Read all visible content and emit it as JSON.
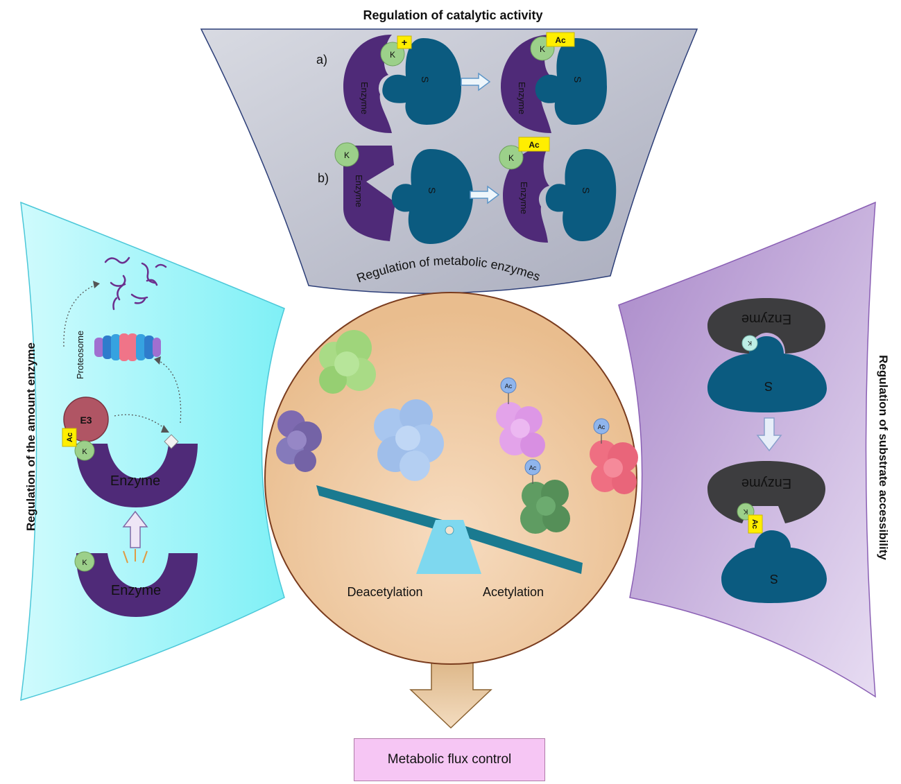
{
  "top_panel": {
    "title": "Regulation of catalytic activity",
    "row_a_label": "a)",
    "row_b_label": "b)"
  },
  "left_panel": {
    "title": "Regulation of the amount enzyme",
    "proteosome_label": "Proteosome",
    "e3_label": "E3"
  },
  "right_panel": {
    "title": "Regulation of substrate accessibility"
  },
  "center": {
    "arc_title": "Regulation of metabolic enzymes",
    "deacetylation_label": "Deacetylation",
    "acetylation_label": "Acetylation"
  },
  "glyphs": {
    "enzyme": "Enzyme",
    "substrate": "S",
    "lysine": "K",
    "acetyl": "Ac",
    "positive_charge": "+"
  },
  "output_box": {
    "label": "Metabolic flux control"
  },
  "colors": {
    "enzyme": "#4f2a78",
    "substrate": "#0b5b80",
    "lysine": "#9cd08a",
    "acetyl_tag": "#ffee00",
    "top_panel_bg": "#c7c9d4",
    "left_panel_bg": "#9ff2f6",
    "right_panel_bg": "#c5a9dc",
    "center_circle": "#f1cfa6",
    "seesaw": "#1a7a90",
    "fulcrum": "#7ed8ef",
    "output_box": "#f6c6f4"
  }
}
